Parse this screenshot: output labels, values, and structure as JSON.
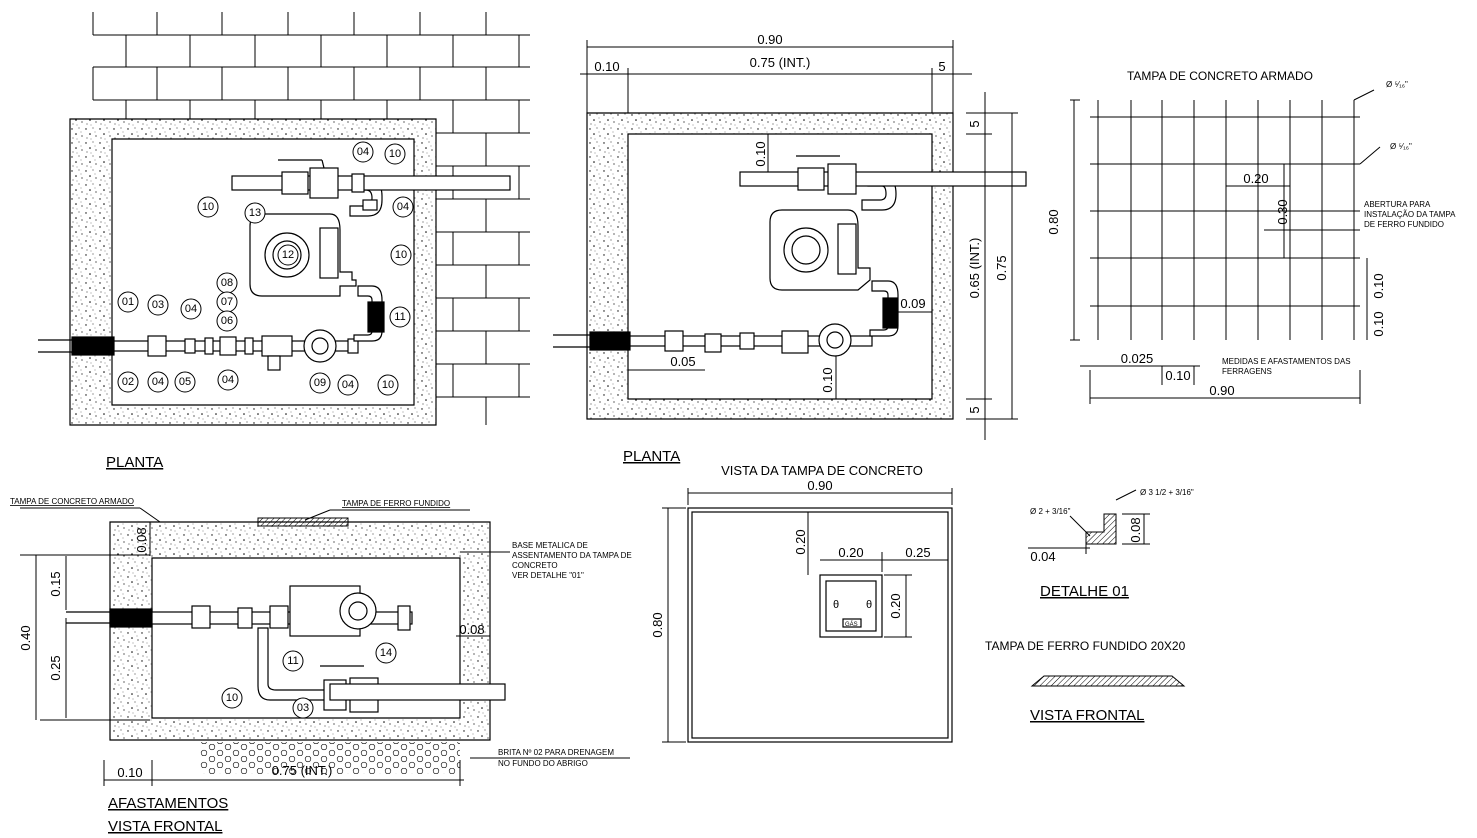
{
  "titles": {
    "planta_left": "PLANTA",
    "planta_mid": "PLANTA",
    "afastamentos": "AFASTAMENTOS",
    "vista_frontal_left": "VISTA FRONTAL",
    "vista_tampa": "VISTA DA TAMPA DE CONCRETO",
    "tampa_armado": "TAMPA DE CONCRETO ARMADO",
    "detalhe": "DETALHE 01",
    "tampa_ferro": "TAMPA DE FERRO FUNDIDO 20X20",
    "vista_frontal_right": "VISTA FRONTAL"
  },
  "notes": {
    "tampa_concreto_armado": "TAMPA DE CONCRETO ARMADO",
    "tampa_ferro_fundido": "TAMPA DE FERRO FUNDIDO",
    "base_metalica": [
      "BASE METALICA DE",
      "ASSENTAMENTO DA TAMPA DE",
      "CONCRETO",
      "VER DETALHE \"01\""
    ],
    "brita": [
      "BRITA Nº 02 PARA DRENAGEM",
      "NO FUNDO DO ABRIGO"
    ],
    "abertura": [
      "ABERTURA PARA",
      "INSTALAÇÃO DA TAMPA",
      "DE FERRO FUNDIDO"
    ],
    "medidas": [
      "MEDIDAS E AFASTAMENTOS DAS",
      "FERRAGENS"
    ],
    "rebar1": "Ø ⁵⁄₁₆\"",
    "rebar2": "Ø ⁵⁄₁₆\"",
    "det_bar1": "Ø 3 1/2 + 3/16\"",
    "det_bar2": "Ø 2 + 3/16\"",
    "gas": "GÁS"
  },
  "dims": {
    "top_090": "0.90",
    "top_010": "0.10",
    "top_075": "0.75 (INT.)",
    "top_5": "5",
    "r_5a": "5",
    "r_065": "0.65 (INT.)",
    "r_075": "0.75",
    "r_5b": "5",
    "in_010a": "0.10",
    "in_009": "0.09",
    "in_005": "0.05",
    "in_010b": "0.10",
    "ta_020a": "0.20",
    "ta_030": "0.30",
    "ta_080": "0.80",
    "ta_010a": "0.10",
    "ta_010b": "0.10",
    "ta_0025": "0.025",
    "ta_010c": "0.10",
    "ta_090": "0.90",
    "vt_090": "0.90",
    "vt_020a": "0.20",
    "vt_020b": "0.20",
    "vt_025": "0.25",
    "vt_020c": "0.20",
    "vt_080": "0.80",
    "vf_008a": "0.08",
    "vf_015": "0.15",
    "vf_040": "0.40",
    "vf_025": "0.25",
    "vf_008b": "0.08",
    "vf_010": "0.10",
    "vf_075": "0.75 (INT.)",
    "d_008": "0.08",
    "d_004": "0.04"
  },
  "callouts": {
    "plan": [
      "04",
      "10",
      "10",
      "13",
      "04",
      "12",
      "10",
      "08",
      "07",
      "06",
      "01",
      "03",
      "04",
      "11",
      "02",
      "04",
      "05",
      "04",
      "09",
      "04",
      "10"
    ],
    "front": [
      "14",
      "11",
      "10",
      "03"
    ]
  }
}
